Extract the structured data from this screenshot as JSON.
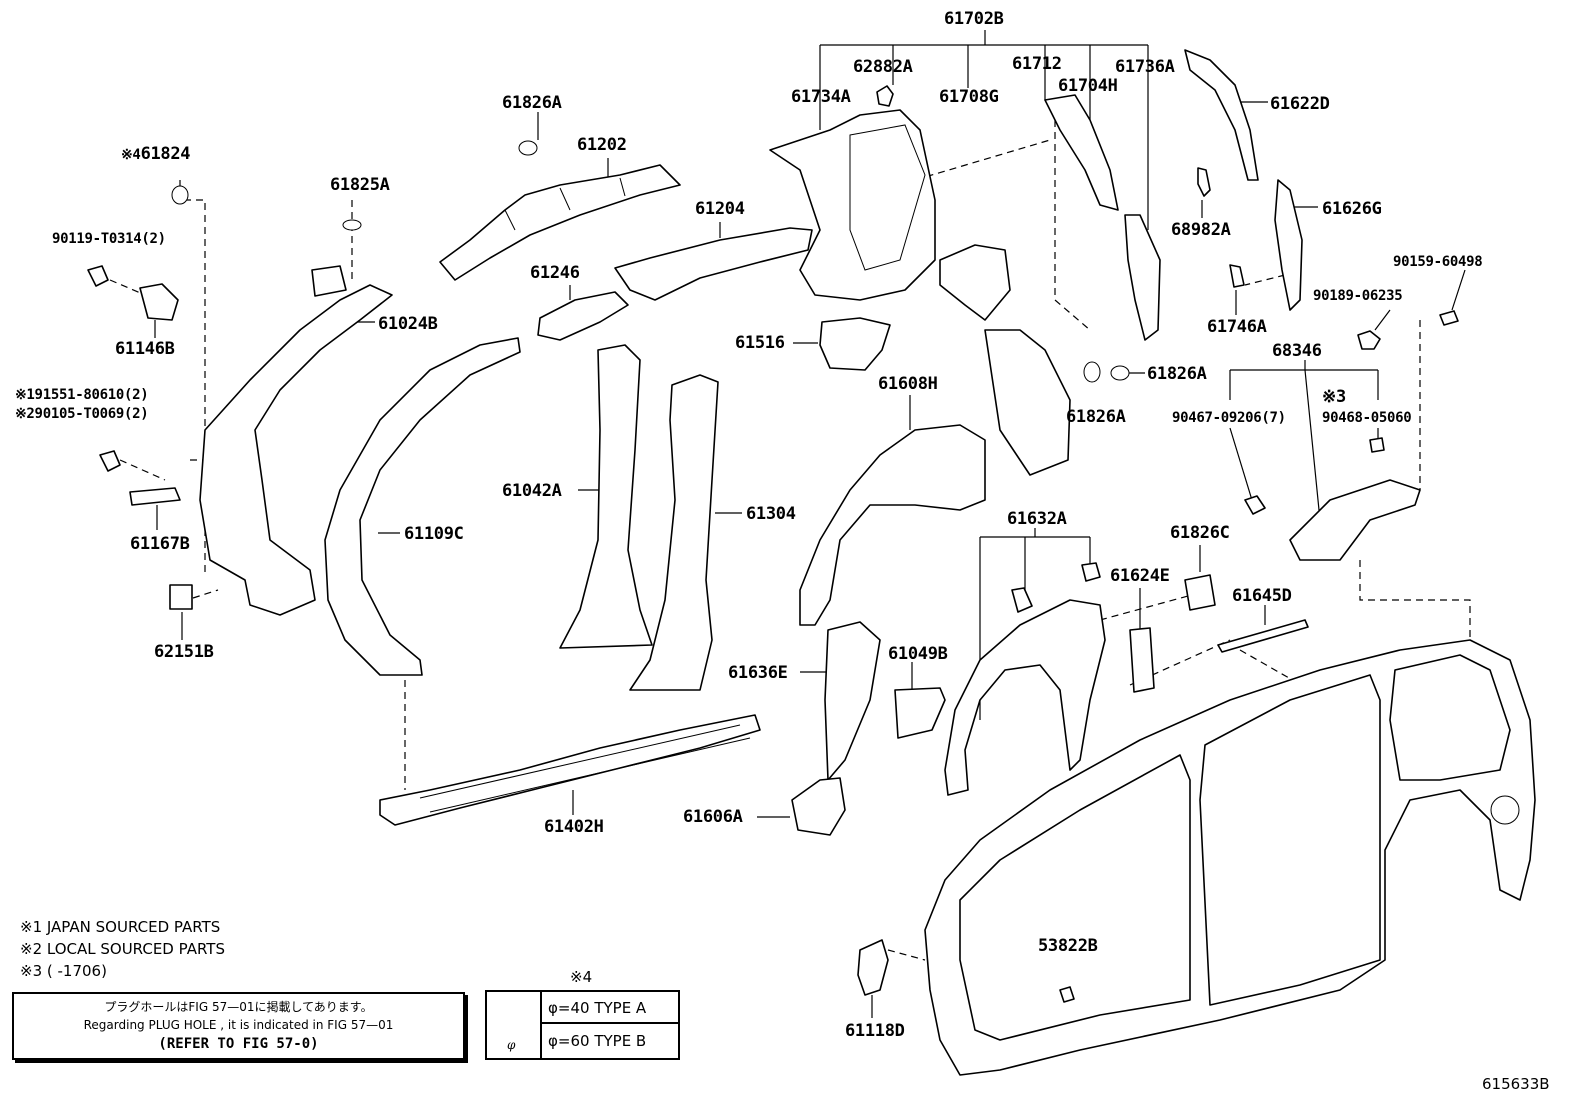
{
  "labels": {
    "p61702B": "61702B",
    "p62882A": "62882A",
    "p61712": "61712",
    "p61736A": "61736A",
    "p61734A": "61734A",
    "p61708G": "61708G",
    "p61704H": "61704H",
    "p61622D": "61622D",
    "p61826A_top": "61826A",
    "p61202": "61202",
    "p61824": "61824",
    "p61824_mark": "※4",
    "p61825A": "61825A",
    "p90119": "90119-T0314(2)",
    "p61204": "61204",
    "p68982A": "68982A",
    "p61626G": "61626G",
    "p90159": "90159-60498",
    "p61146B": "61146B",
    "p61024B": "61024B",
    "p61246": "61246",
    "p90189": "90189-06235",
    "p61746A": "61746A",
    "p61516": "61516",
    "p68346": "68346",
    "p61826A_mid": "61826A",
    "p191551": "※191551-80610(2)",
    "p290105": "※290105-T0069(2)",
    "p61608H": "61608H",
    "p3mark": "※3",
    "p90467": "90467-09206(7)",
    "p90468": "90468-05060",
    "p61826A_low": "61826A",
    "p61042A": "61042A",
    "p61304": "61304",
    "p61632A": "61632A",
    "p61826C": "61826C",
    "p61167B": "61167B",
    "p61109C": "61109C",
    "p61624E": "61624E",
    "p61645D": "61645D",
    "p62151B": "62151B",
    "p61636E": "61636E",
    "p61049B": "61049B",
    "p61606A": "61606A",
    "p61402H": "61402H",
    "p53822B": "53822B",
    "p61118D": "61118D"
  },
  "notes": {
    "n1": "※1 JAPAN SOURCED PARTS",
    "n2": "※2 LOCAL SOURCED PARTS",
    "n3": "※3 (       -1706)"
  },
  "plug_box": {
    "line_jp": "プラグホールはFIG 57—01に掲載してあります。",
    "line_en": "Regarding  PLUG  HOLE , it is indicated in  FIG  57—01",
    "line_ref": "(REFER TO FIG 57-0)"
  },
  "type_table": {
    "heading": "※4",
    "diameter_symbol": "φ",
    "row1": "φ=40  TYPE A",
    "row2": "φ=60  TYPE B"
  },
  "figure_id": "615633B"
}
